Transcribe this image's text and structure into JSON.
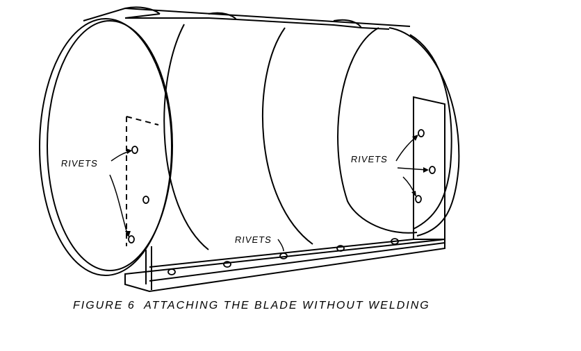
{
  "labels": {
    "rivets_left": "RIVETS",
    "rivets_bottom": "RIVETS",
    "rivets_right": "RIVETS"
  },
  "caption": "FIGURE 6  ATTACHING THE BLADE WITHOUT WELDING"
}
